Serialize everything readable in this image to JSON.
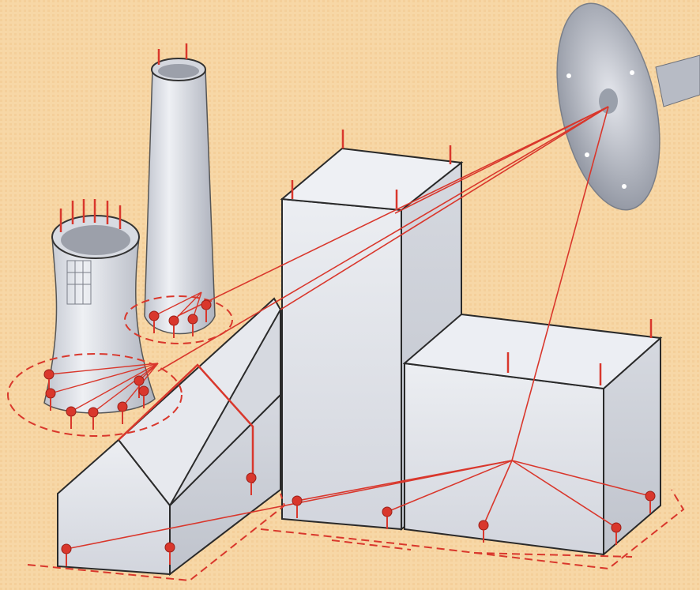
{
  "scene": {
    "colors": {
      "background": "#f7d7a6",
      "surface": "#e6e8ee",
      "surface_shade": "#c9ccd6",
      "edge": "#2a2a2a",
      "constraint_red": "#d9372c",
      "dish": "#c4c7d0"
    },
    "objects": [
      "cooling-tower",
      "chimney",
      "gabled-hall",
      "tall-block",
      "low-block",
      "satellite-dish"
    ]
  }
}
